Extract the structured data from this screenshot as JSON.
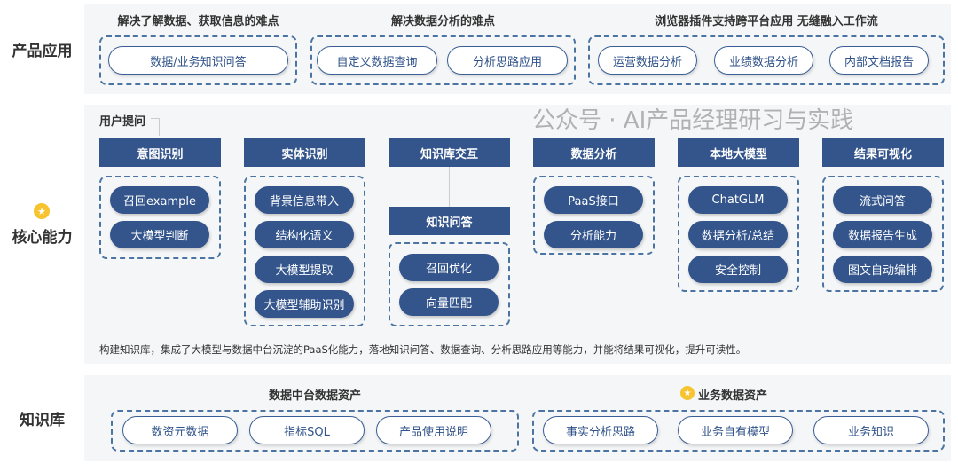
{
  "sections": {
    "product": "产品应用",
    "core": "核心能力",
    "kb": "知识库"
  },
  "product": {
    "groups": [
      {
        "title": "解决了解数据、获取信息的难点",
        "items": [
          "数据/业务知识问答"
        ]
      },
      {
        "title": "解决数据分析的难点",
        "items": [
          "自定义数据查询",
          "分析思路应用"
        ]
      },
      {
        "title": "浏览器插件支持跨平台应用 无缝融入工作流",
        "items": [
          "运营数据分析",
          "业绩数据分析",
          "内部文档报告"
        ]
      }
    ]
  },
  "core": {
    "user_question": "用户提问",
    "columns": [
      {
        "header": "意图识别",
        "items": [
          "召回example",
          "大模型判断"
        ]
      },
      {
        "header": "实体识别",
        "items": [
          "背景信息带入",
          "结构化语义",
          "大模型提取",
          "大模型辅助识别"
        ]
      },
      {
        "header": "知识库交互",
        "sub_header": "知识问答",
        "items": [
          "召回优化",
          "向量匹配"
        ]
      },
      {
        "header": "数据分析",
        "items": [
          "PaaS接口",
          "分析能力"
        ]
      },
      {
        "header": "本地大模型",
        "items": [
          "ChatGLM",
          "数据分析/总结",
          "安全控制"
        ]
      },
      {
        "header": "结果可视化",
        "items": [
          "流式问答",
          "数据报告生成",
          "图文自动编排"
        ]
      }
    ],
    "description": "构建知识库，集成了大模型与数据中台沉淀的PaaS化能力，落地知识问答、数据查询、分析思路应用等能力，并能将结果可视化，提升可读性。"
  },
  "kb": {
    "groups": [
      {
        "title": "数据中台数据资产",
        "items": [
          "数资元数据",
          "指标SQL",
          "产品使用说明"
        ]
      },
      {
        "title": "业务数据资产",
        "items": [
          "事实分析思路",
          "业务自有模型",
          "业务知识"
        ]
      }
    ]
  },
  "watermark": "公众号 · AI产品经理研习与实践",
  "colors": {
    "primary": "#33558c",
    "star": "#f7c42f",
    "panel": "#f5f6f7"
  }
}
